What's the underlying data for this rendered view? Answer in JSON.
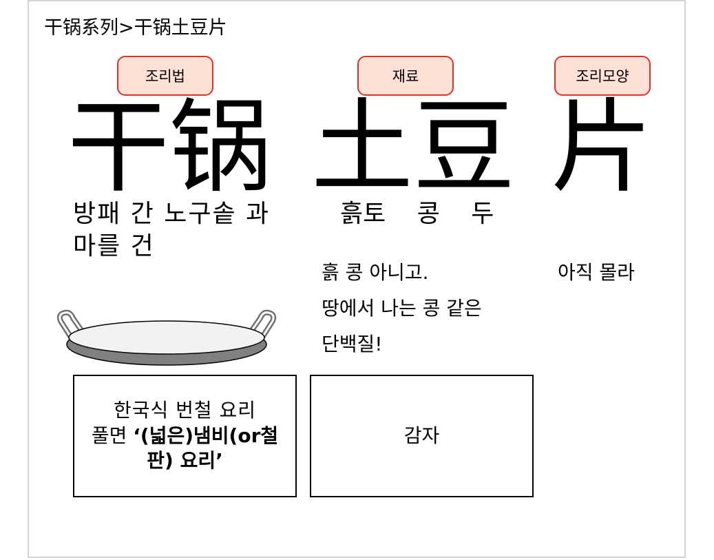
{
  "breadcrumb": "干锅系列>干锅土豆片",
  "tags": {
    "recipe": "조리법",
    "ingredient": "재료",
    "shape": "조리모양"
  },
  "characters": {
    "ganguo": "干锅",
    "tudou": "土豆",
    "pian": "片"
  },
  "meanings": {
    "ganguo_line1": "방패 간 노구솥 과",
    "ganguo_line2": "마를 건",
    "tudou": "흙토 콩 두"
  },
  "descriptions": {
    "tudou_line1": "흙 콩 아니고.",
    "tudou_line2": "땅에서 나는 콩 같은",
    "tudou_line3": "단백질!",
    "pian": "아직 몰라"
  },
  "boxes": {
    "ganguo_line1": "한국식 번철 요리",
    "ganguo_line2_prefix": "풀면 ",
    "ganguo_line2_bold": "‘(넓은)냄비(or철",
    "ganguo_line3_bold": "판) 요리’",
    "tudou": "감자"
  },
  "icons": [
    "pan-icon"
  ],
  "colors": {
    "tag_fill": "#fde0d6",
    "tag_border": "#d9322a",
    "pan_rim": "#808080",
    "pan_surface": "#f2f2f2"
  }
}
